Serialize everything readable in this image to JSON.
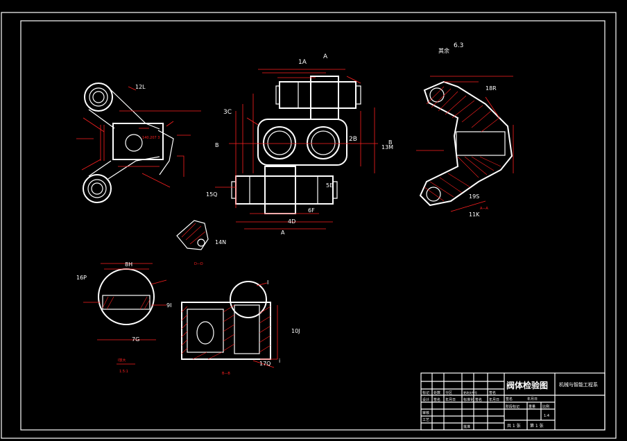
{
  "colors": {
    "background": "#000000",
    "outline": "#ffffff",
    "dimension": "#ff2020"
  },
  "labels": {
    "v1_12L": "12L",
    "v1_angle": "140.207 3",
    "v2_1A": "1A",
    "v2_A_top": "A",
    "v2_3C": "3C",
    "v2_2B": "2B",
    "v2_13M": "13M",
    "v2_5E": "5E",
    "v2_15Q": "15Q",
    "v2_6F": "6F",
    "v2_4D": "4D",
    "v2_B_left": "B",
    "v2_B_right": "B",
    "v2_A_bottom": "A",
    "v3_roughness": "6.3",
    "v3_other": "其余",
    "v3_18R": "18R",
    "v3_19S": "19S",
    "v3_11K": "11K",
    "v3_AA": "A—A",
    "v4_14N": "14N",
    "v4_DD": "D—D",
    "v5_8H": "8H",
    "v5_16P": "16P",
    "v5_9I": "9I",
    "v5_7G": "7G",
    "v5_caption": "I放大",
    "v5_scale": "1.5:1",
    "v6_I": "I",
    "v6_10J": "10J",
    "v6_17Q": "17Q",
    "v6_BB": "B—B",
    "v6_i": "i"
  },
  "title_block": {
    "title": "阀体检验图",
    "org": "机械与智能工程系",
    "r1a": "标记",
    "r1b": "处数",
    "r1c": "分区",
    "r1d": "更改文件号",
    "r1e": "签名",
    "r1f": "年月日",
    "r2a": "设计",
    "r2b": "签名",
    "r2c": "年月日",
    "r2d": "标准化",
    "r2e": "签名",
    "r2f": "年月日",
    "r3a": "审核",
    "r4a": "工艺",
    "r4b": "批准",
    "stage": "阶段标记",
    "weight": "重量",
    "ratio": "比例",
    "ratio_val": "1:4",
    "sheets": "共 1 张",
    "sheet_no": "第 1 张"
  }
}
